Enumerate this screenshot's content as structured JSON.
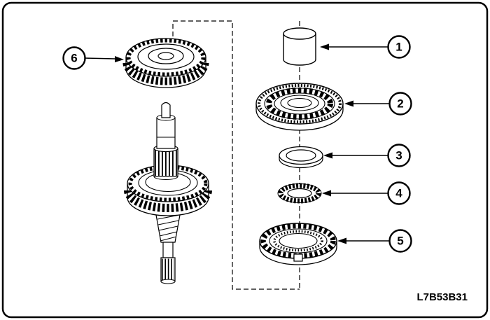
{
  "figure": {
    "code": "L7B53B31"
  },
  "callouts": [
    {
      "number": "1"
    },
    {
      "number": "2"
    },
    {
      "number": "3"
    },
    {
      "number": "4"
    },
    {
      "number": "5"
    },
    {
      "number": "6"
    }
  ],
  "colors": {
    "line": "#000000",
    "background": "#ffffff"
  }
}
